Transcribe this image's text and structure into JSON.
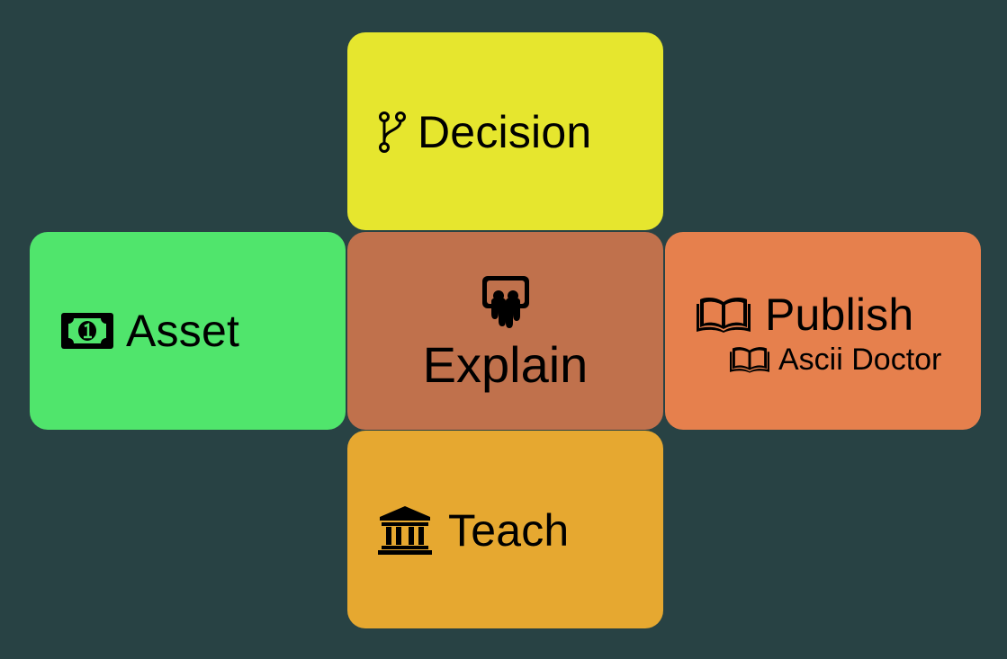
{
  "tiles": {
    "decision": {
      "label": "Decision",
      "icon": "git-branch-icon",
      "color": "#E6E62E"
    },
    "asset": {
      "label": "Asset",
      "icon": "money-bill-icon",
      "color": "#50E56C"
    },
    "explain": {
      "label": "Explain",
      "icon": "presenter-icon",
      "color": "#C0714C"
    },
    "publish": {
      "label": "Publish",
      "icon": "open-book-icon",
      "color": "#E6804D",
      "sub_item": {
        "label": "Ascii Doctor",
        "icon": "open-book-icon"
      }
    },
    "teach": {
      "label": "Teach",
      "icon": "institution-icon",
      "color": "#E6A830"
    }
  },
  "background_color": "#284244"
}
